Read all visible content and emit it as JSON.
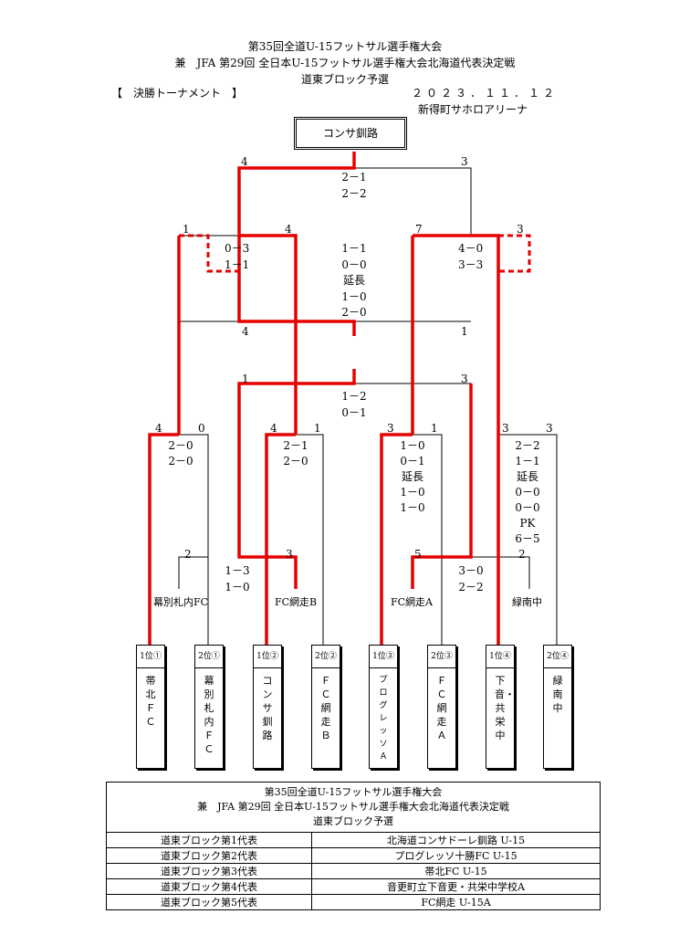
{
  "header": {
    "title_line1": "第35回全道U-15フットサル選手権大会",
    "title_line2": "兼　JFA 第29回 全日本U-15フットサル選手権大会北海道代表決定戦",
    "title_line3": "道東ブロック予選",
    "section": "【　決勝トーナメント　】",
    "date": "２０２３．１１．１２",
    "venue": "新得町サホロアリーナ"
  },
  "champion": "コンサ釧路",
  "final": {
    "left_goals": "4",
    "right_goals": "3",
    "score1": "2－1",
    "score2": "2－2"
  },
  "semis": {
    "sf1_left": "1",
    "sf1_right": "4",
    "sf1_s1": "0－3",
    "sf1_s2": "1－1",
    "sf2_left": "7",
    "sf2_right": "3",
    "sf2_s1": "4－0",
    "sf2_s2": "3－3",
    "mid1": "1－1",
    "mid2": "0－0",
    "mid3": "延長",
    "mid4": "1－0",
    "mid5": "2－0",
    "third_left": "4",
    "third_right": "1"
  },
  "playoff": {
    "left": "1",
    "right": "3",
    "s1": "1－2",
    "s2": "0－1"
  },
  "qf": {
    "m1_l": "4",
    "m1_r": "0",
    "m1_s": [
      "2－0",
      "2－0"
    ],
    "m2_l": "4",
    "m2_r": "1",
    "m2_s": [
      "2－1",
      "2－0"
    ],
    "m3_l": "3",
    "m3_r": "1",
    "m3_s": [
      "1－0",
      "0－1",
      "延長",
      "1－0",
      "1－0"
    ],
    "m4_l": "3",
    "m4_r": "3",
    "m4_s": [
      "2－2",
      "1－1",
      "延長",
      "0－0",
      "0－0",
      "PK",
      "6－5"
    ]
  },
  "repech": {
    "r1_l": "2",
    "r1_r": "3",
    "r1_s1": "1－3",
    "r1_s2": "1－0",
    "r2_l": "5",
    "r2_r": "2",
    "r2_s1": "3－0",
    "r2_s2": "2－2",
    "labels": [
      "幕別札内FC",
      "FC網走B",
      "FC網走A",
      "緑南中"
    ]
  },
  "teams": [
    {
      "rank": "1位①",
      "name": "帯北ＦＣ"
    },
    {
      "rank": "2位①",
      "name": "幕別札内ＦＣ"
    },
    {
      "rank": "1位②",
      "name": "コンサ釧路"
    },
    {
      "rank": "2位②",
      "name": "ＦＣ網走Ｂ"
    },
    {
      "rank": "1位③",
      "name": "プログレッソＡ"
    },
    {
      "rank": "2位③",
      "name": "ＦＣ網走Ａ"
    },
    {
      "rank": "1位④",
      "name": "下音・共栄中"
    },
    {
      "rank": "2位④",
      "name": "緑南中"
    }
  ],
  "representatives": {
    "head1": "第35回全道U-15フットサル選手権大会",
    "head2": "兼　JFA 第29回 全日本U-15フットサル選手権大会北海道代表決定戦",
    "head3": "道東ブロック予選",
    "rows": [
      {
        "label": "道東ブロック第1代表",
        "team": "北海道コンサドーレ釧路 U-15"
      },
      {
        "label": "道東ブロック第2代表",
        "team": "プログレッソ十勝FC U-15"
      },
      {
        "label": "道東ブロック第3代表",
        "team": "帯北FC U-15"
      },
      {
        "label": "道東ブロック第4代表",
        "team": "音更町立下音更・共栄中学校A"
      },
      {
        "label": "道東ブロック第5代表",
        "team": "FC網走 U-15A"
      }
    ]
  },
  "colors": {
    "winner_line": "#e60000",
    "line": "#000000"
  }
}
